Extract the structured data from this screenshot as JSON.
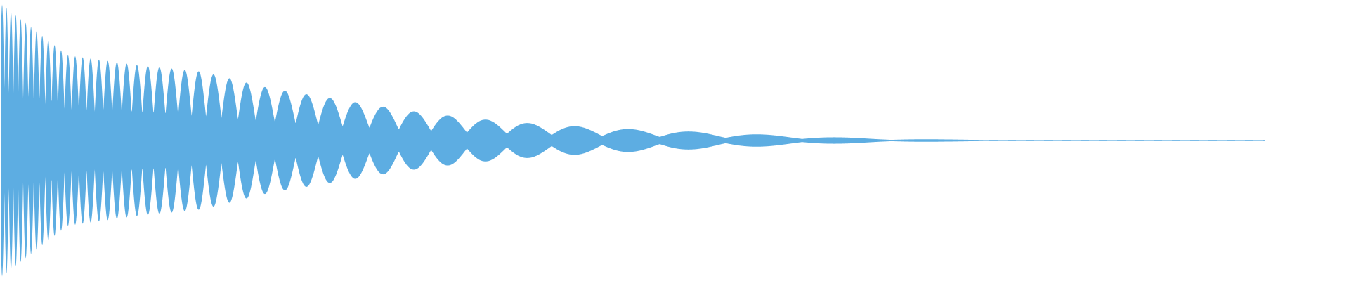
{
  "waveform": {
    "color": "#5dade2",
    "background": "#ffffff",
    "shape": "decaying-oscillation",
    "peak_amplitude": 1.0,
    "decay_profile": [
      {
        "t": 0.0,
        "amp": 1.0
      },
      {
        "t": 0.05,
        "amp": 0.62
      },
      {
        "t": 0.1,
        "amp": 0.55
      },
      {
        "t": 0.15,
        "amp": 0.5
      },
      {
        "t": 0.2,
        "amp": 0.38
      },
      {
        "t": 0.25,
        "amp": 0.3
      },
      {
        "t": 0.3,
        "amp": 0.22
      },
      {
        "t": 0.35,
        "amp": 0.16
      },
      {
        "t": 0.4,
        "amp": 0.12
      },
      {
        "t": 0.45,
        "amp": 0.09
      },
      {
        "t": 0.5,
        "amp": 0.07
      },
      {
        "t": 0.55,
        "amp": 0.05
      },
      {
        "t": 0.6,
        "amp": 0.03
      },
      {
        "t": 0.65,
        "amp": 0.015
      },
      {
        "t": 0.7,
        "amp": 0.008
      },
      {
        "t": 0.75,
        "amp": 0.004
      },
      {
        "t": 0.8,
        "amp": 0.003
      },
      {
        "t": 0.85,
        "amp": 0.002
      },
      {
        "t": 0.9,
        "amp": 0.0015
      },
      {
        "t": 0.94,
        "amp": 0.0
      }
    ]
  }
}
